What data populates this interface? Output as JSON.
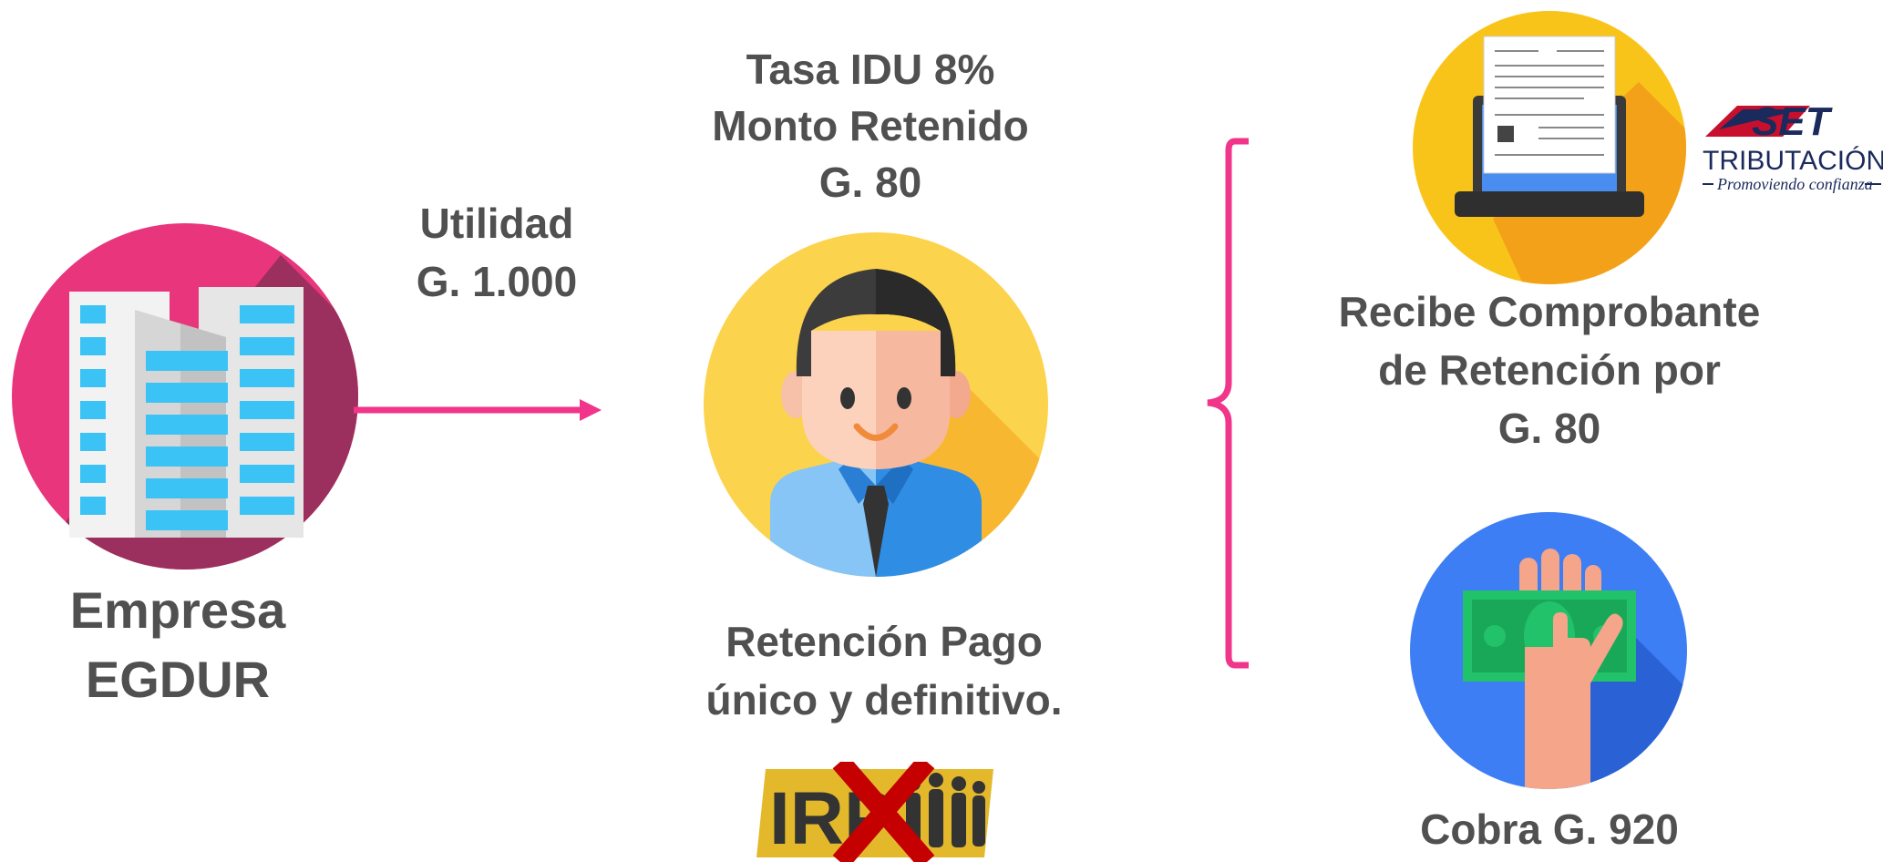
{
  "company": {
    "line1": "Empresa",
    "line2": "EGDUR"
  },
  "utility": {
    "line1": "Utilidad",
    "line2": "G. 1.000"
  },
  "rate": {
    "line1": "Tasa IDU 8%",
    "line2": "Monto Retenido",
    "line3": "G. 80"
  },
  "retention": {
    "line1": "Retención Pago",
    "line2": "único y definitivo."
  },
  "irp_logo": {
    "text": "IRP"
  },
  "receipt": {
    "line1": "Recibe Comprobante",
    "line2": "de Retención por",
    "line3": "G. 80"
  },
  "set_logo": {
    "brand": "SET",
    "name": "TRIBUTACIÓN",
    "tagline": "Promoviendo confianza"
  },
  "collect": {
    "text": "Cobra G. 920"
  },
  "colors": {
    "pink": "#f0358a",
    "magenta_circle": "#e8357c",
    "yellow_circle": "#f9c41a",
    "blue_circle": "#3d7ef5",
    "text": "#505050",
    "set_red": "#c8102e",
    "set_navy": "#1b2a5c"
  },
  "icons": [
    "building-icon",
    "businessman-icon",
    "receipt-laptop-icon",
    "cash-hand-icon",
    "irp-logo-icon",
    "set-logo-icon"
  ]
}
